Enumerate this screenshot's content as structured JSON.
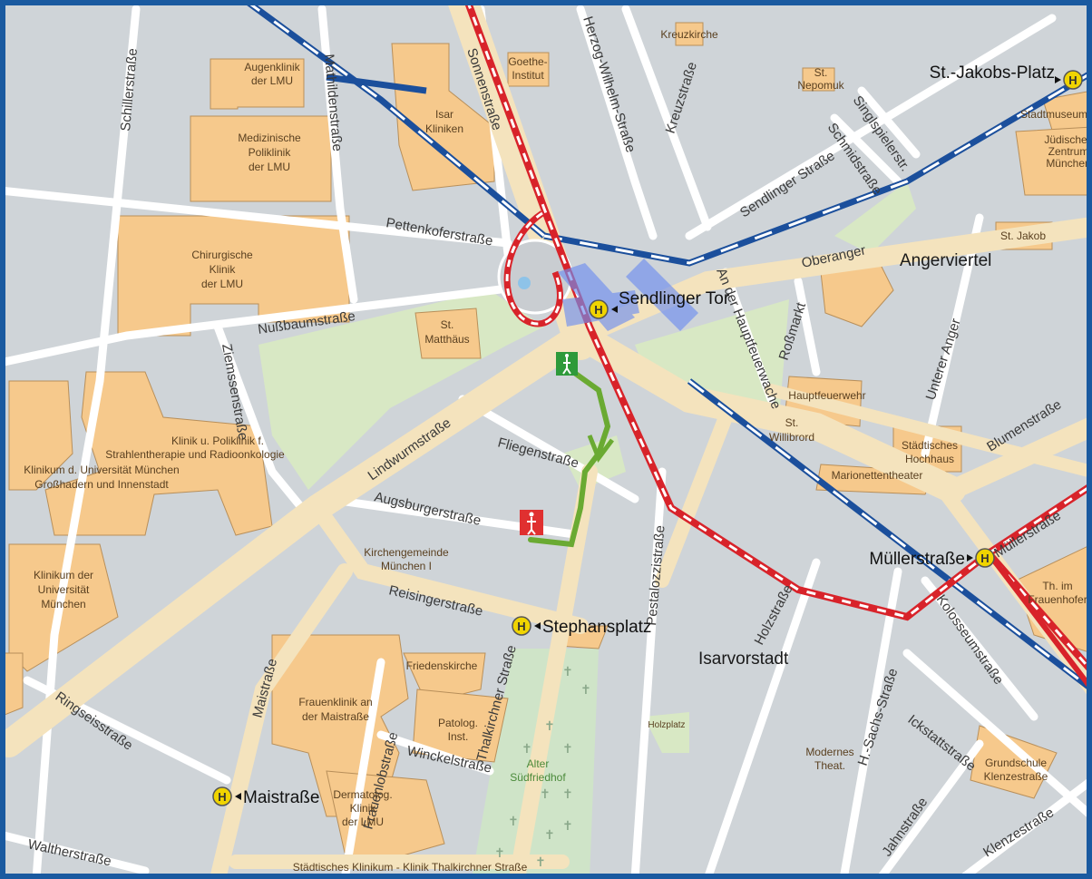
{
  "map": {
    "colors": {
      "background": "#cfd4d8",
      "road": "#f4e3bd",
      "minor_road": "#ffffff",
      "park": "#d8e8c4",
      "building": "#f6c98c",
      "tram": "#d8232a",
      "subway": "#1b4f9c",
      "walk_route": "#6aaa32",
      "frame": "#1a5aa0",
      "station": "#f0d400"
    },
    "stations": {
      "sendlinger_tor": "Sendlinger Tor",
      "st_jakobs_platz": "St.-Jakobs-Platz",
      "muellerstrasse": "Müllerstraße",
      "stephansplatz": "Stephansplatz",
      "maistrasse": "Maistraße",
      "symbol": "H"
    },
    "districts": {
      "angerviertel": "Angerviertel",
      "isarvorstadt": "Isarvorstadt"
    },
    "streets": {
      "schillerstrasse": "Schillerstraße",
      "mathildenstrasse": "Mathildenstraße",
      "sonnenstrasse": "Sonnenstraße",
      "herzog_wilhelm": "Herzog-Wilhelm-Straße",
      "kreuzstrasse": "Kreuzstraße",
      "sendlinger_strasse": "Sendlinger Straße",
      "singlspielerstr": "Singlspielerstr.",
      "schmidstrasse": "Schmidstraße",
      "pettenkoferstrasse": "Pettenkoferstraße",
      "oberanger": "Oberanger",
      "nussbaumstrasse": "Nußbaumstraße",
      "an_der_hauptfeuerwache": "An der Hauptfeuerwache",
      "rossmarkt": "Roßmarkt",
      "unterer_anger": "Unterer Anger",
      "ziemssenstrasse": "Ziemssenstraße",
      "lindwurmstrasse": "Lindwurmstraße",
      "fliegenstrasse": "Fliegenstraße",
      "blumenstrasse": "Blumenstraße",
      "augsburgerstrasse": "Augsburgerstraße",
      "pestalozzistrasse": "Pestalozzistraße",
      "muellerstrasse": "Müllerstraße",
      "reisingerstrasse": "Reisingerstraße",
      "holzstrasse": "Holzstraße",
      "kolosseumstrasse": "Kolosseumstraße",
      "thalkirchner_strasse": "Thalkirchner Straße",
      "h_sachs_strasse": "H.-Sachs-Straße",
      "ickstattstrasse": "Ickstattstraße",
      "maistrasse": "Maistraße",
      "ringseisstrasse": "Ringseisstraße",
      "frauenlobstrasse": "Frauenlobstraße",
      "winckelstrasse": "Winckelstraße",
      "jahnstrasse": "Jahnstraße",
      "klenzestrasse": "Klenzestraße",
      "waltherstrasse": "Waltherstraße"
    },
    "buildings": {
      "augenklinik": [
        "Augenklinik",
        "der LMU"
      ],
      "goethe": [
        "Goethe-",
        "Institut"
      ],
      "kreuzkirche": [
        "Kreuzkirche"
      ],
      "nepomuk": [
        "St.",
        "Nepomuk"
      ],
      "stadtmuseum": [
        "Stadtmuseum"
      ],
      "juedisches": [
        "Jüdisches",
        "Zentrum",
        "München"
      ],
      "isar_kliniken": [
        "Isar",
        "Kliniken"
      ],
      "med_poliklinik": [
        "Medizinische",
        "Poliklinik",
        "der LMU"
      ],
      "chirurgische": [
        "Chirurgische",
        "Klinik",
        "der LMU"
      ],
      "st_jakob": [
        "St. Jakob"
      ],
      "st_matthaeus": [
        "St.",
        "Matthäus"
      ],
      "hauptfeuerwehr": [
        "Hauptfeuerwehr"
      ],
      "willibrord": [
        "St.",
        "Willibrord"
      ],
      "hochhaus": [
        "Städtisches",
        "Hochhaus"
      ],
      "marionettentheater": [
        "Marionettentheater"
      ],
      "strahlentherapie": [
        "Klinik u. Poliklinik f.",
        "Strahlentherapie und Radioonkologie"
      ],
      "klinikum_univ": [
        "Klinikum d. Universität München",
        "Großhadern und Innenstadt"
      ],
      "klinikum_der_univ": [
        "Klinikum der",
        "Universität",
        "München"
      ],
      "kirchengemeinde": [
        "Kirchengemeinde",
        "München I"
      ],
      "th_frauenhofer": [
        "Th. im",
        "Frauenhofer"
      ],
      "friedenskirche": [
        "Friedenskirche"
      ],
      "frauenklinik": [
        "Frauenklinik an",
        "der Maistraße"
      ],
      "patolog": [
        "Patolog.",
        "Inst."
      ],
      "alter_suedfriedhof": [
        "Alter",
        "Südfriedhof"
      ],
      "holzplatz": [
        "Holzplatz"
      ],
      "modernes_theat": [
        "Modernes",
        "Theat."
      ],
      "grundschule": [
        "Grundschule",
        "Klenzestraße"
      ],
      "dermatolog": [
        "Dermatolog.",
        "Klinik",
        "der LMU"
      ],
      "staedtisches_klinikum": [
        "Städtisches Klinikum - Klinik Thalkirchner Straße"
      ]
    }
  }
}
